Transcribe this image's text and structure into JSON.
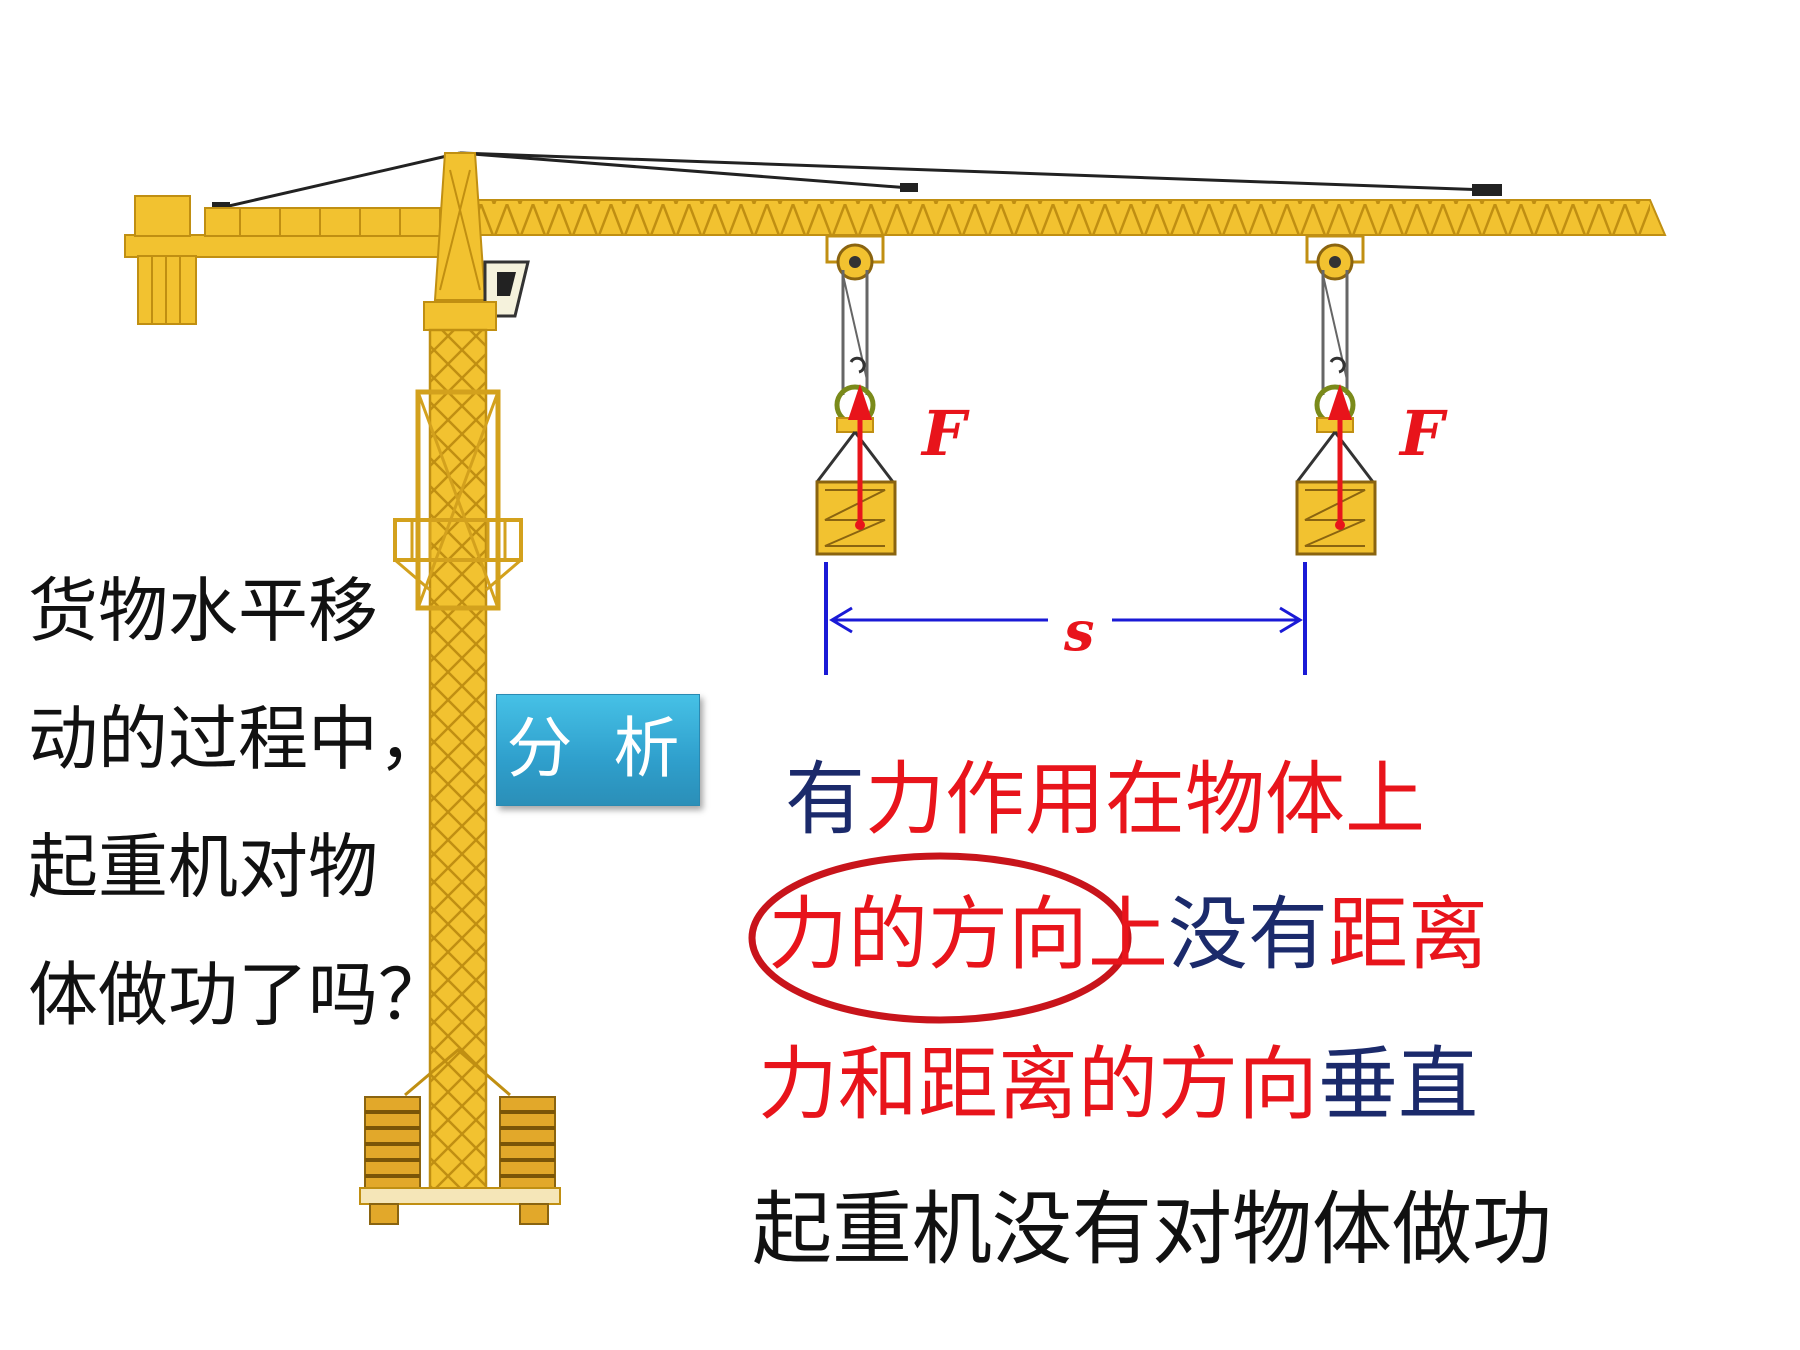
{
  "question": {
    "lines": [
      "货物水平移",
      "动的过程中，",
      "起重机对物",
      "体做功了吗？"
    ]
  },
  "analyze_button": {
    "label": "分 析"
  },
  "diagram": {
    "force_label_left": "F",
    "force_label_right": "F",
    "distance_label": "s"
  },
  "analysis": {
    "line1": {
      "part1": "有",
      "part2": "力作用在物体上"
    },
    "line2": {
      "part1": "力的方向上",
      "part2": "没有",
      "part3": "距离"
    },
    "line3": {
      "part1": "力和距离的方向",
      "part2": "垂直"
    },
    "line4": {
      "text": "起重机没有对物体做功"
    }
  },
  "colors": {
    "crane": "#f2c230",
    "crane_outline": "#c08f12",
    "force_arrow": "#e8141b",
    "distance_marker": "#1a1ad6",
    "highlight_red": "#e8141b",
    "text_navy": "#1b2a6b",
    "button": "#35a9d6"
  }
}
